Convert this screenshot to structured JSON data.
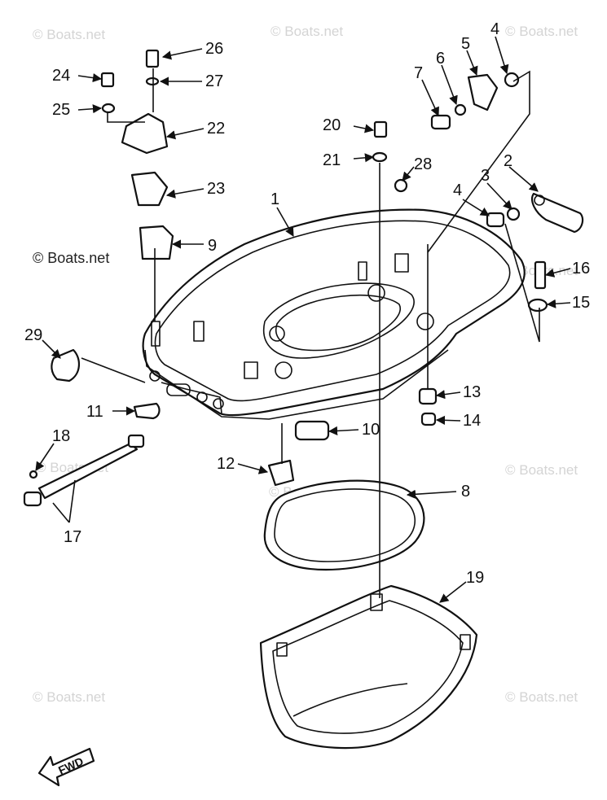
{
  "watermark": "© Boats.net",
  "fwd_label": "FWD",
  "callouts": {
    "p1": "1",
    "p2": "2",
    "p3": "3",
    "p4a": "4",
    "p4b": "4",
    "p5": "5",
    "p6": "6",
    "p7": "7",
    "p8": "8",
    "p9": "9",
    "p10": "10",
    "p11": "11",
    "p12": "12",
    "p13": "13",
    "p14": "14",
    "p15": "15",
    "p16": "16",
    "p17": "17",
    "p18": "18",
    "p19": "19",
    "p20": "20",
    "p21": "21",
    "p22": "22",
    "p23": "23",
    "p24": "24",
    "p25": "25",
    "p26": "26",
    "p27": "27",
    "p28": "28",
    "p29": "29"
  }
}
